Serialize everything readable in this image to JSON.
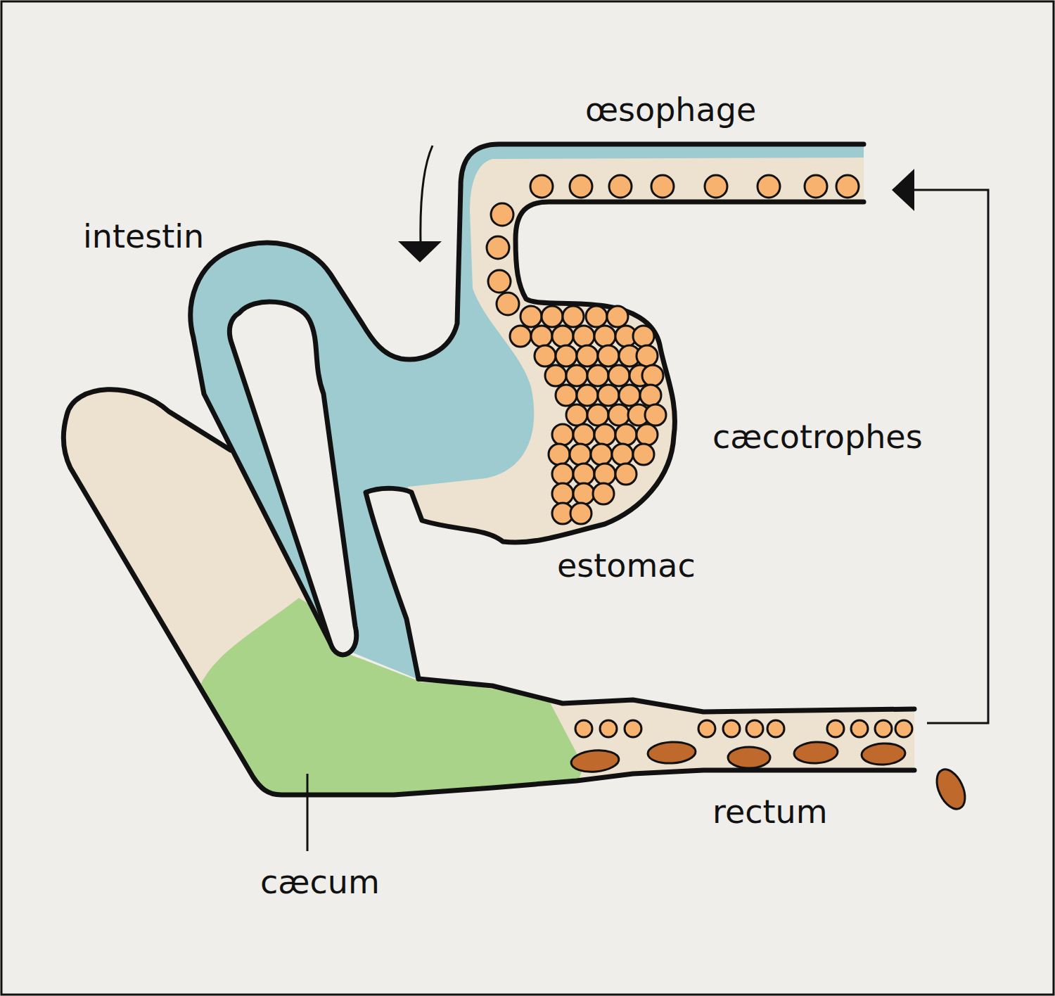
{
  "diagram": {
    "labels": [
      "œsophage",
      "intestin",
      "cæcotrophes",
      "estomac",
      "rectum",
      "cæcum"
    ]
  }
}
